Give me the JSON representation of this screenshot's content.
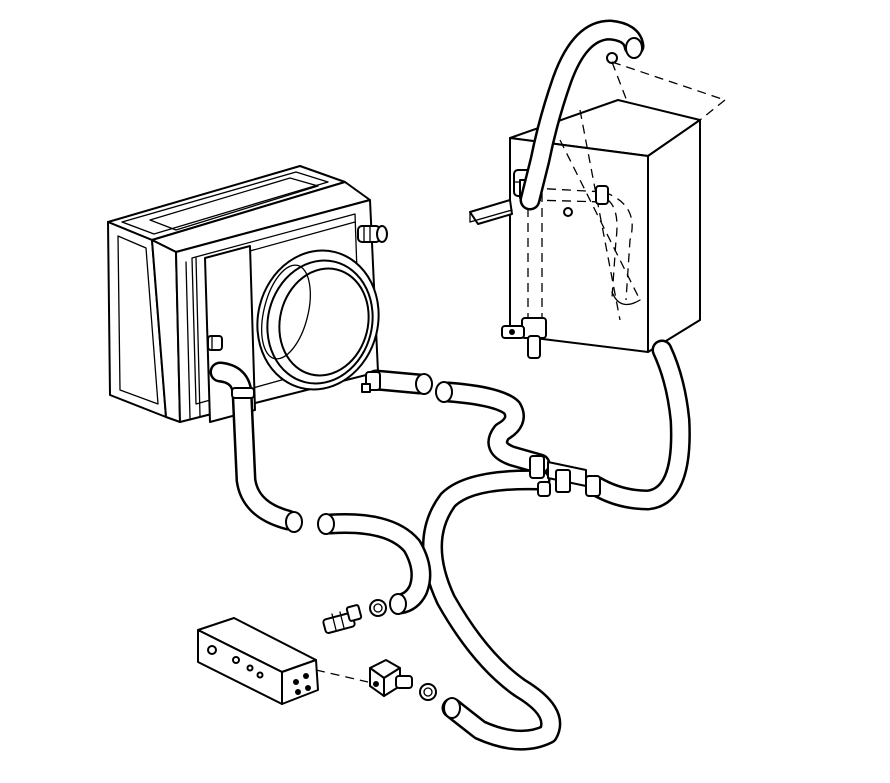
{
  "diagram": {
    "components": [
      "heater-core-assembly",
      "water-valve-box",
      "hose-network",
      "mounting-block",
      "hose-connectors",
      "hose-clamps"
    ]
  }
}
